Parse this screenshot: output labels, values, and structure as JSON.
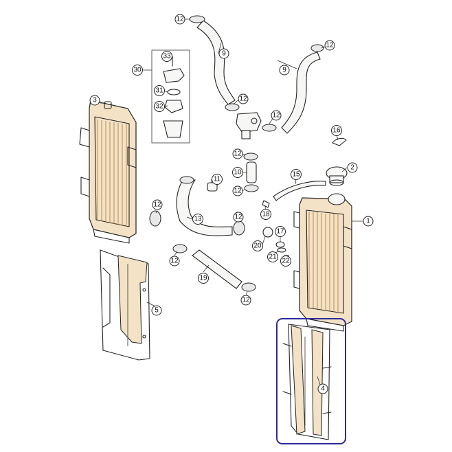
{
  "callouts": [
    {
      "id": "c-12a",
      "label": "12"
    },
    {
      "id": "c-9a",
      "label": "9"
    },
    {
      "id": "c-33",
      "label": "33"
    },
    {
      "id": "c-30",
      "label": "30"
    },
    {
      "id": "c-31",
      "label": "31"
    },
    {
      "id": "c-32",
      "label": "32"
    },
    {
      "id": "c-3",
      "label": "3"
    },
    {
      "id": "c-12b",
      "label": "12"
    },
    {
      "id": "c-9b",
      "label": "9"
    },
    {
      "id": "c-12c",
      "label": "12"
    },
    {
      "id": "c-12d",
      "label": "12"
    },
    {
      "id": "c-16",
      "label": "16"
    },
    {
      "id": "c-12e",
      "label": "12"
    },
    {
      "id": "c-10",
      "label": "10"
    },
    {
      "id": "c-11",
      "label": "11"
    },
    {
      "id": "c-12f",
      "label": "12"
    },
    {
      "id": "c-2",
      "label": "2"
    },
    {
      "id": "c-15",
      "label": "15"
    },
    {
      "id": "c-12g",
      "label": "12"
    },
    {
      "id": "c-18",
      "label": "18"
    },
    {
      "id": "c-13",
      "label": "13"
    },
    {
      "id": "c-12h",
      "label": "12"
    },
    {
      "id": "c-1",
      "label": "1"
    },
    {
      "id": "c-20",
      "label": "20"
    },
    {
      "id": "c-17",
      "label": "17"
    },
    {
      "id": "c-21",
      "label": "21"
    },
    {
      "id": "c-22",
      "label": "22"
    },
    {
      "id": "c-12i",
      "label": "12"
    },
    {
      "id": "c-19",
      "label": "19"
    },
    {
      "id": "c-12j",
      "label": "12"
    },
    {
      "id": "c-5",
      "label": "5"
    },
    {
      "id": "c-4",
      "label": "4"
    }
  ],
  "colors": {
    "highlight_frame": "#2b2b9a",
    "radiator_fill": "#f3e2c6",
    "line": "#222222"
  }
}
